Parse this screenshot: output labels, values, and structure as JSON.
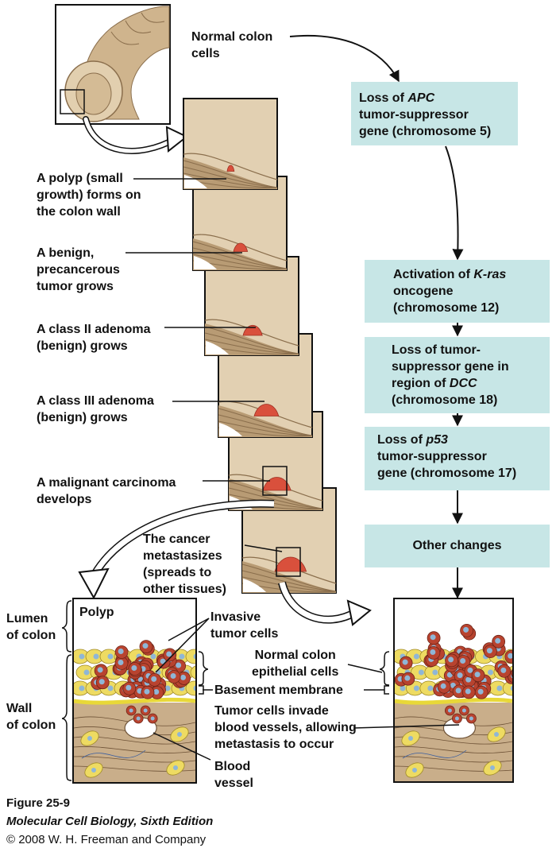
{
  "stages": [
    {
      "label_lines": [
        "A polyp (small",
        "growth) forms on",
        "the colon wall"
      ]
    },
    {
      "label_lines": [
        "A benign,",
        "precancerous",
        "tumor grows"
      ]
    },
    {
      "label_lines": [
        "A class II adenoma",
        "(benign) grows"
      ]
    },
    {
      "label_lines": [
        "A class III adenoma",
        "(benign) grows"
      ]
    },
    {
      "label_lines": [
        "A malignant carcinoma",
        "develops"
      ]
    },
    {
      "label_lines": [
        "The cancer",
        "metastasizes",
        "(spreads to",
        "other tissues)"
      ]
    }
  ],
  "normal_cells": [
    "Normal colon",
    "cells"
  ],
  "mutations": [
    {
      "pre": "Loss of ",
      "italic": "APC",
      "post": "",
      "lines_rest": [
        "tumor-suppressor",
        "gene (chromosome 5)"
      ]
    },
    {
      "pre": "Activation of ",
      "italic": "K-ras",
      "post": "",
      "lines_rest": [
        "oncogene",
        "(chromosome 12)"
      ]
    },
    {
      "first": "Loss of tumor-",
      "second": "suppressor gene in",
      "pre3": "region of ",
      "italic": "DCC",
      "rest": "(chromosome 18)"
    },
    {
      "pre": "Loss of ",
      "italic": "p53",
      "post": "",
      "lines_rest": [
        "tumor-suppressor",
        "gene (chromosome 17)"
      ]
    },
    {
      "text": "Other changes"
    }
  ],
  "tissue_labels": {
    "polyp": "Polyp",
    "lumen": [
      "Lumen",
      "of colon"
    ],
    "wall": [
      "Wall",
      "of colon"
    ],
    "invasive": [
      "Invasive",
      "tumor cells"
    ],
    "epithelial": [
      "Normal colon",
      "epithelial cells"
    ],
    "basement": "Basement membrane",
    "invade": [
      "Tumor cells invade",
      "blood vessels, allowing",
      "metastasis to occur"
    ],
    "blood_vessel": [
      "Blood",
      "vessel"
    ]
  },
  "caption": {
    "title": "Figure 25-9",
    "book": "Molecular Cell Biology, Sixth Edition",
    "copyright": "© 2008 W. H. Freeman and Company"
  },
  "colors": {
    "box": "#c7e6e6",
    "tissue": "#d9c3a0",
    "tissue_dark": "#b89b74",
    "tumor": "#d9503c",
    "cell_red": "#b8432f",
    "cell_yellow": "#eedb62",
    "nucleus": "#8fb6d6",
    "membrane": "#e8d838",
    "stroma": "#c9ae8a"
  }
}
